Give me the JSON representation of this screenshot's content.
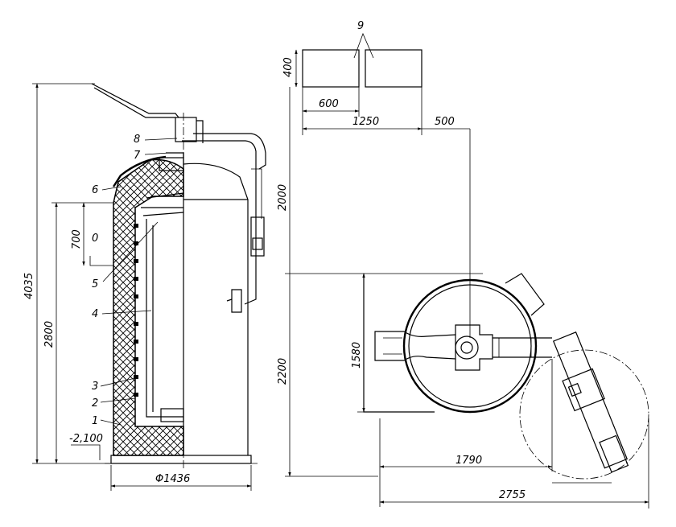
{
  "side_view": {
    "callouts": [
      "1",
      "2",
      "3",
      "4",
      "5",
      "6",
      "7",
      "8"
    ],
    "level_label": "0",
    "depth_label": "-2,100",
    "dim_total_height": "4035",
    "dim_tank_height": "2800",
    "dim_level_offset": "700",
    "dim_diameter": "Φ1436"
  },
  "plan_view": {
    "callout": "9",
    "dim_slab_height": "400",
    "dim_slab_width": "600",
    "dim_slab_span": "1250",
    "dim_offset": "500",
    "dim_upper": "2000",
    "dim_lower": "2200",
    "dim_lid": "1580",
    "dim_pit": "1790",
    "dim_overall": "2755"
  }
}
